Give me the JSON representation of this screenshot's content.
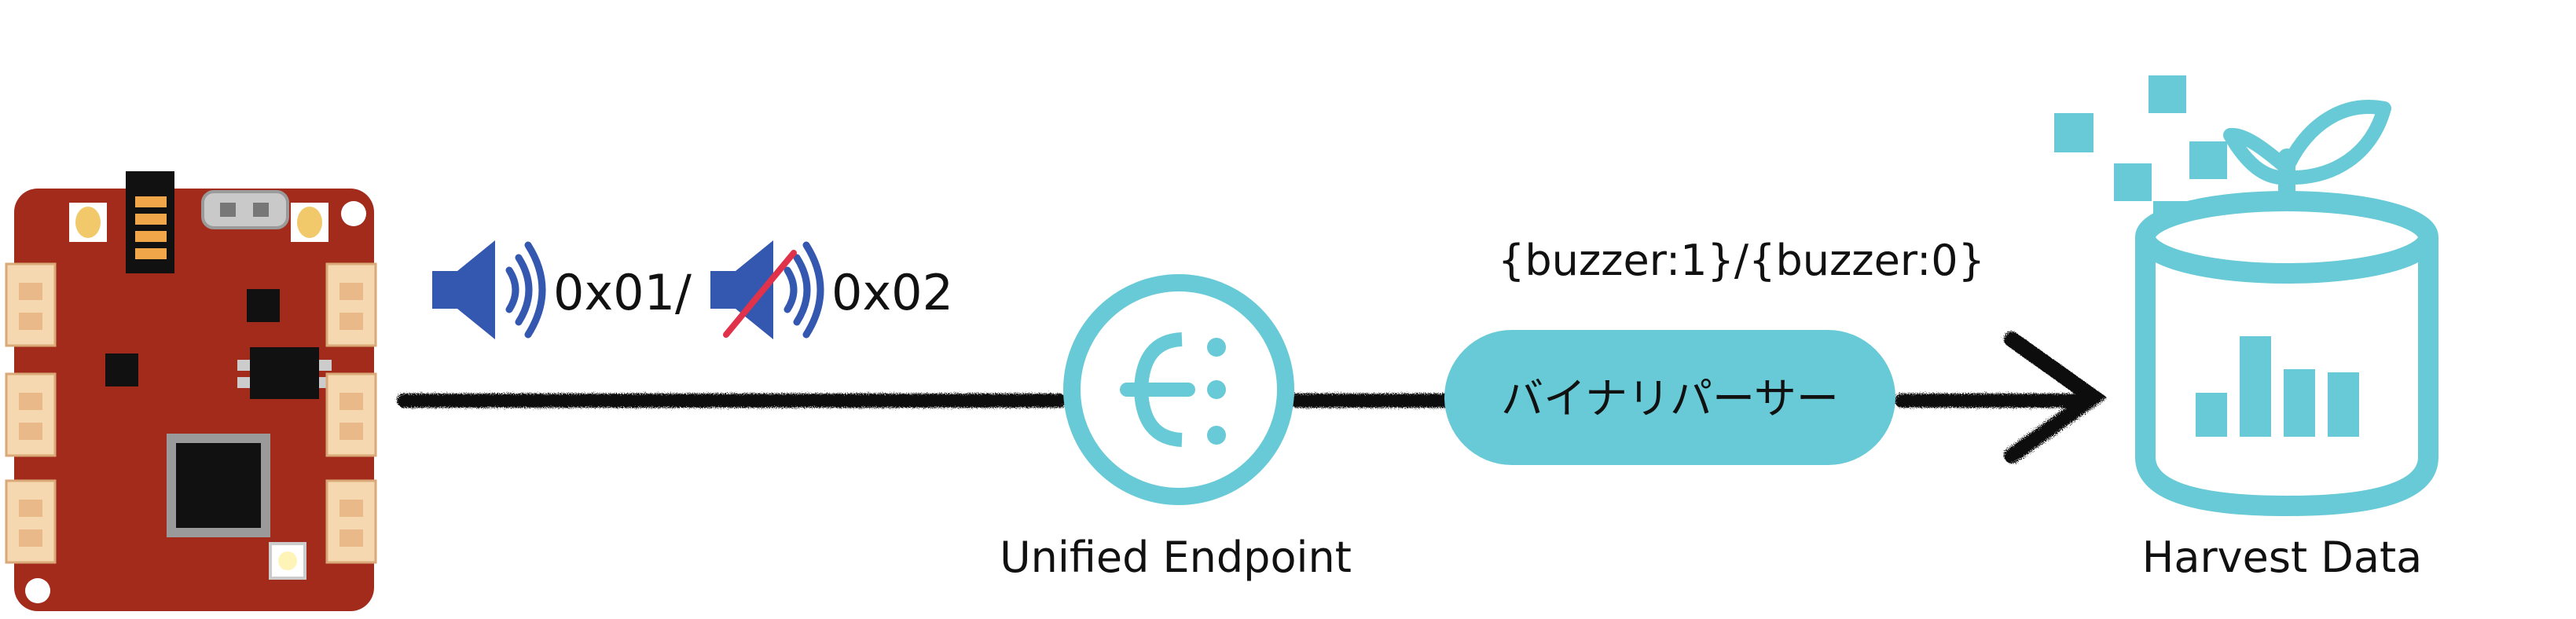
{
  "device": {
    "icon": "microcontroller-board-icon",
    "colors": {
      "board": "#a32b1c",
      "connector": "#f5d8b0",
      "chip": "#111111"
    }
  },
  "signal": {
    "on_icon": "speaker-on-icon",
    "on_code": "0x01/",
    "off_icon": "speaker-muted-icon",
    "off_code": "0x02",
    "colors": {
      "speaker": "#3457b0",
      "mute_slash": "#e0334b"
    }
  },
  "endpoint": {
    "icon": "unified-endpoint-icon",
    "label": "Unified Endpoint"
  },
  "parser": {
    "label": "バイナリパーサー",
    "payload": "{buzzer:1}/{buzzer:0}"
  },
  "harvest": {
    "icon": "harvest-data-icon",
    "label": "Harvest Data"
  },
  "colors": {
    "accent": "#68cad6",
    "line": "#111111",
    "text": "#111111"
  }
}
